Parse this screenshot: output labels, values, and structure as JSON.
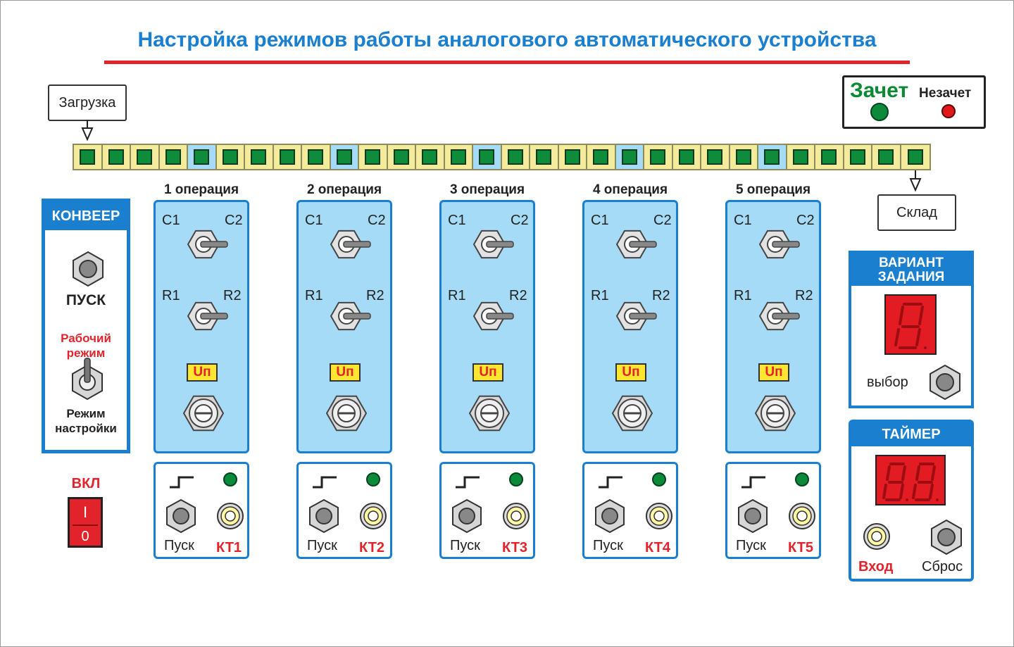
{
  "title": "Настройка режимов работы аналогового автоматического устройства",
  "load_label": "Загрузка",
  "store_label": "Склад",
  "score": {
    "pass_label": "Зачет",
    "fail_label": "Незачет"
  },
  "conveyor": {
    "cells": [
      "g",
      "g",
      "g",
      "g",
      "b",
      "g",
      "g",
      "g",
      "g",
      "b",
      "g",
      "g",
      "g",
      "g",
      "b",
      "g",
      "g",
      "g",
      "g",
      "b",
      "g",
      "g",
      "g",
      "g",
      "b",
      "g",
      "g",
      "g",
      "g",
      "g"
    ]
  },
  "conveyor_panel": {
    "title": "КОНВЕЕР",
    "start_label": "ПУСК",
    "work_mode_line1": "Рабочий",
    "work_mode_line2": "режим",
    "setup_mode_line1": "Режим",
    "setup_mode_line2": "настройки"
  },
  "power": {
    "label": "ВКЛ",
    "on": "I",
    "off": "0"
  },
  "switch_labels": {
    "c1": "C1",
    "c2": "C2",
    "r1": "R1",
    "r2": "R2",
    "un": "Uп"
  },
  "operations": [
    {
      "title": "1 операция",
      "start": "Пуск",
      "checkpoint": "КТ1"
    },
    {
      "title": "2 операция",
      "start": "Пуск",
      "checkpoint": "КТ2"
    },
    {
      "title": "3 операция",
      "start": "Пуск",
      "checkpoint": "КТ3"
    },
    {
      "title": "4 операция",
      "start": "Пуск",
      "checkpoint": "КТ4"
    },
    {
      "title": "5 операция",
      "start": "Пуск",
      "checkpoint": "КТ5"
    }
  ],
  "variant": {
    "title_line1": "ВАРИАНТ",
    "title_line2": "ЗАДАНИЯ",
    "select_label": "выбор"
  },
  "timer": {
    "title": "ТАЙМЕР",
    "input_label": "Вход",
    "reset_label": "Сброс"
  },
  "colors": {
    "accent_blue": "#1b7fcf",
    "panel_blue": "#a6dbf7",
    "red": "#e3232b",
    "green": "#0f8b3c",
    "conveyor_yellow": "#f4ec9c"
  }
}
